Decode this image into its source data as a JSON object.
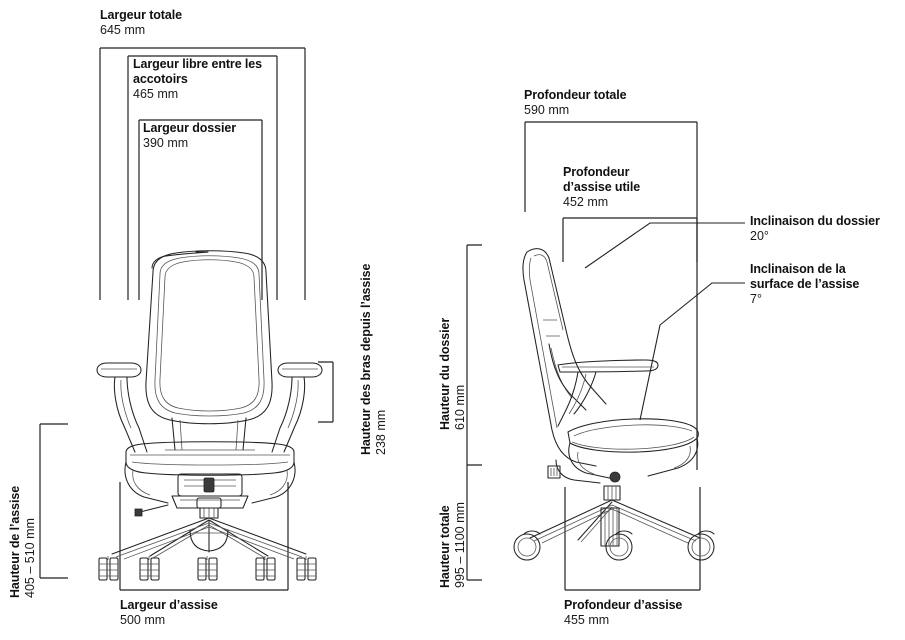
{
  "document": {
    "type": "technical-dimension-drawing",
    "subject": "office task chair",
    "views": [
      "front elevation",
      "side elevation"
    ],
    "units": "mm"
  },
  "dimensions": {
    "overall_width": {
      "title": "Largeur totale",
      "value": "645 mm"
    },
    "clear_width_between_armrests": {
      "title": "Largeur libre entre les accotoirs",
      "value": "465 mm"
    },
    "backrest_width": {
      "title": "Largeur dossier",
      "value": "390 mm"
    },
    "armrest_height_from_seat": {
      "title": "Hauteur des bras depuis l’assise",
      "value": "238 mm"
    },
    "seat_height": {
      "title": "Hauteur de l’assise",
      "value": "405 – 510 mm"
    },
    "seat_width": {
      "title": "Largeur d’assise",
      "value": "500 mm"
    },
    "overall_depth": {
      "title": "Profondeur totale",
      "value": "590 mm"
    },
    "usable_seat_depth": {
      "title": "Profondeur d’assise utile",
      "value": "452 mm"
    },
    "backrest_height": {
      "title": "Hauteur du dossier",
      "value": "610 mm"
    },
    "overall_height": {
      "title": "Hauteur totale",
      "value": "995 – 1100 mm"
    },
    "seat_depth": {
      "title": "Profondeur d’assise",
      "value": "455 mm"
    },
    "backrest_tilt": {
      "title": "Inclinaison du dossier",
      "value": "20°"
    },
    "seat_surface_tilt": {
      "title": "Inclinaison de la surface de l’assise",
      "value": "7°"
    }
  },
  "colors": {
    "ink": "#1a1a1a",
    "line": "#222222",
    "light_line": "#555555",
    "background": "#ffffff"
  }
}
